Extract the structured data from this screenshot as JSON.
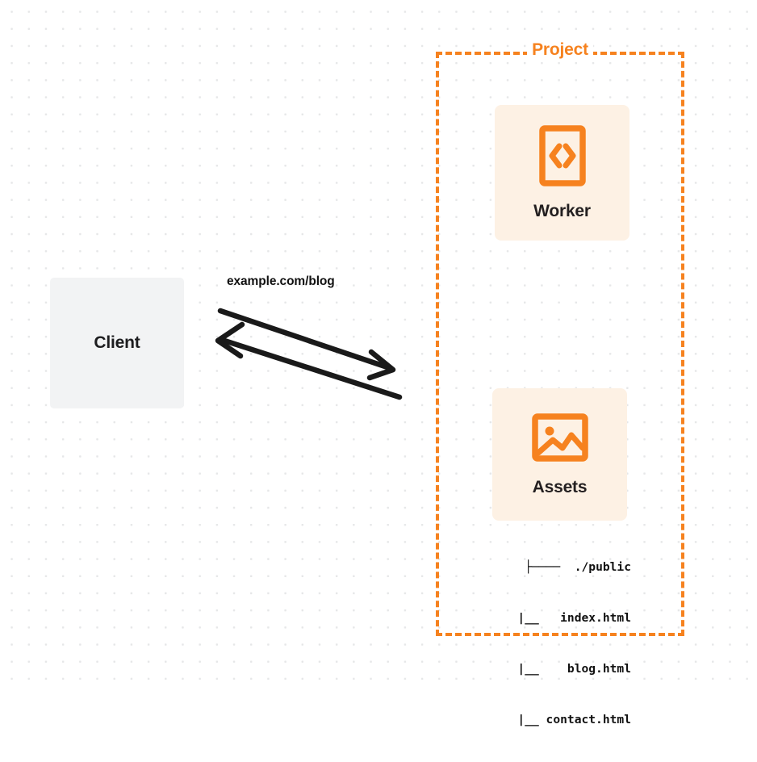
{
  "diagram": {
    "title": "Project",
    "background": {
      "style": "dot-grid",
      "dot_color": "#e6e7e8",
      "page_color": "#ffffff"
    },
    "colors": {
      "accent_orange": "#f6821f",
      "card_background": "#fdf1e4",
      "client_background": "#f2f3f4",
      "text_dark": "#1d1d1f",
      "arrow_color": "#1a1a1a"
    }
  },
  "client": {
    "label": "Client",
    "icon": "client-box"
  },
  "connection": {
    "label": "example.com/blog",
    "request_arrow": "request-arrow",
    "response_arrow": "response-arrow"
  },
  "project": {
    "title": "Project",
    "cards": [
      {
        "id": "worker",
        "label": "Worker",
        "icon": "code-brackets-icon"
      },
      {
        "id": "assets",
        "label": "Assets",
        "icon": "image-icon"
      }
    ],
    "file_tree": {
      "lines": [
        "├────  ./public",
        "    |__   index.html",
        "    |__    blog.html",
        "    |__ contact.html"
      ]
    }
  }
}
